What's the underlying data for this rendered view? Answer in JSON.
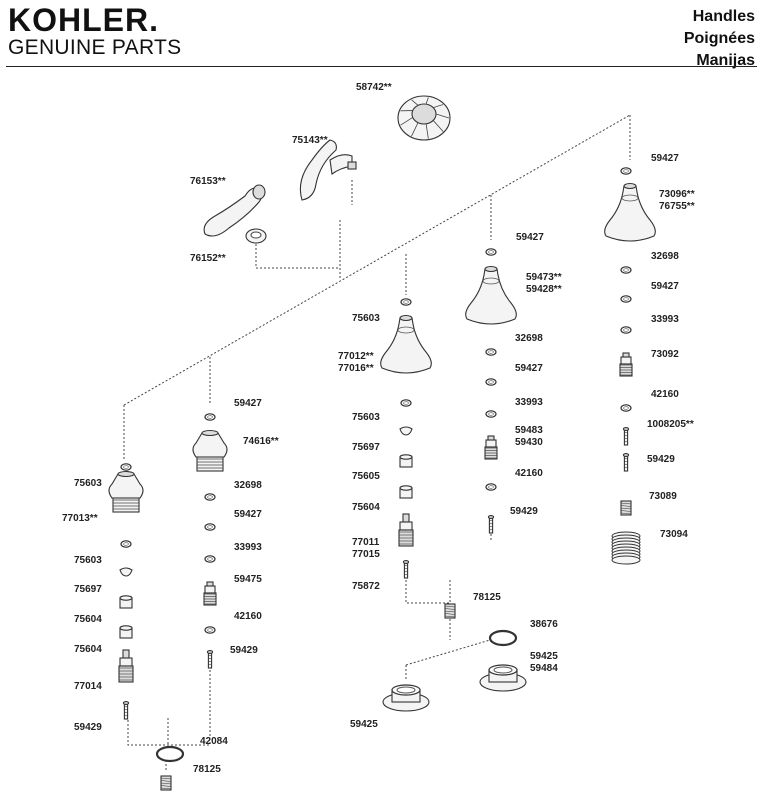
{
  "header": {
    "brand": "KOHLER.",
    "subtitle": "GENUINE PARTS",
    "titles": [
      "Handles",
      "Poignées",
      "Manijas"
    ]
  },
  "parts": [
    {
      "id": "p1",
      "number": "58742**",
      "shape": "knob-head"
    },
    {
      "id": "p2",
      "number": "75143**",
      "shape": "lever"
    },
    {
      "id": "p3",
      "number": "76153**",
      "shape": "lever-small"
    },
    {
      "id": "p4",
      "number": "76152**",
      "shape": "escutcheon-small"
    },
    {
      "id": "p5",
      "number": "59427",
      "shape": "o-ring"
    },
    {
      "id": "p6",
      "number": "73096**",
      "shape": "bell-handle"
    },
    {
      "id": "p7",
      "number": "76755**",
      "shape": "bell-handle"
    },
    {
      "id": "p8",
      "number": "59427",
      "shape": "o-ring"
    },
    {
      "id": "p9",
      "number": "59473**",
      "shape": "bell-handle"
    },
    {
      "id": "p10",
      "number": "59428**",
      "shape": "bell-handle"
    },
    {
      "id": "p11",
      "number": "32698",
      "shape": "o-ring"
    },
    {
      "id": "p12",
      "number": "59427",
      "shape": "o-ring"
    },
    {
      "id": "p13",
      "number": "33993",
      "shape": "o-ring"
    },
    {
      "id": "p14",
      "number": "73092",
      "shape": "cartridge"
    },
    {
      "id": "p15",
      "number": "42160",
      "shape": "o-ring"
    },
    {
      "id": "p16",
      "number": "1008205**",
      "shape": "screw"
    },
    {
      "id": "p17",
      "number": "59429",
      "shape": "screw"
    },
    {
      "id": "p18",
      "number": "73089",
      "shape": "nut"
    },
    {
      "id": "p19",
      "number": "73094",
      "shape": "spring"
    },
    {
      "id": "p20",
      "number": "75603",
      "shape": "o-ring"
    },
    {
      "id": "p21",
      "number": "77012**",
      "shape": "bell-handle"
    },
    {
      "id": "p22",
      "number": "77016**",
      "shape": "bell-handle"
    },
    {
      "id": "p23",
      "number": "32698",
      "shape": "o-ring"
    },
    {
      "id": "p24",
      "number": "59427",
      "shape": "o-ring"
    },
    {
      "id": "p25",
      "number": "33993",
      "shape": "o-ring"
    },
    {
      "id": "p26",
      "number": "59483",
      "shape": "cartridge"
    },
    {
      "id": "p27",
      "number": "59430",
      "shape": "cartridge"
    },
    {
      "id": "p28",
      "number": "42160",
      "shape": "o-ring"
    },
    {
      "id": "p29",
      "number": "59429",
      "shape": "screw"
    },
    {
      "id": "p30",
      "number": "75603",
      "shape": "o-ring"
    },
    {
      "id": "p31",
      "number": "75697",
      "shape": "clip"
    },
    {
      "id": "p32",
      "number": "75605",
      "shape": "sleeve"
    },
    {
      "id": "p33",
      "number": "75604",
      "shape": "sleeve"
    },
    {
      "id": "p34",
      "number": "77011",
      "shape": "valve-stem"
    },
    {
      "id": "p35",
      "number": "77015",
      "shape": "valve-stem"
    },
    {
      "id": "p36",
      "number": "75872",
      "shape": "screw"
    },
    {
      "id": "p37",
      "number": "78125",
      "shape": "nut"
    },
    {
      "id": "p38",
      "number": "38676",
      "shape": "ring"
    },
    {
      "id": "p39",
      "number": "59425",
      "shape": "flange"
    },
    {
      "id": "p40",
      "number": "59484",
      "shape": "flange"
    },
    {
      "id": "p41",
      "number": "59425",
      "shape": "flange"
    },
    {
      "id": "p42",
      "number": "59427",
      "shape": "o-ring"
    },
    {
      "id": "p43",
      "number": "74616**",
      "shape": "knob-body"
    },
    {
      "id": "p44",
      "number": "32698",
      "shape": "o-ring"
    },
    {
      "id": "p45",
      "number": "59427",
      "shape": "o-ring"
    },
    {
      "id": "p46",
      "number": "33993",
      "shape": "o-ring"
    },
    {
      "id": "p47",
      "number": "59475",
      "shape": "cartridge"
    },
    {
      "id": "p48",
      "number": "42160",
      "shape": "o-ring"
    },
    {
      "id": "p49",
      "number": "59429",
      "shape": "screw"
    },
    {
      "id": "p50",
      "number": "42084",
      "shape": "ring"
    },
    {
      "id": "p51",
      "number": "78125",
      "shape": "nut"
    },
    {
      "id": "p52",
      "number": "75603",
      "shape": "o-ring"
    },
    {
      "id": "p53",
      "number": "77013**",
      "shape": "knob-body"
    },
    {
      "id": "p54",
      "number": "75603",
      "shape": "o-ring"
    },
    {
      "id": "p55",
      "number": "75697",
      "shape": "clip"
    },
    {
      "id": "p56",
      "number": "75604",
      "shape": "sleeve"
    },
    {
      "id": "p57",
      "number": "75604",
      "shape": "sleeve"
    },
    {
      "id": "p58",
      "number": "77014",
      "shape": "valve-stem"
    },
    {
      "id": "p59",
      "number": "59429",
      "shape": "screw"
    }
  ]
}
